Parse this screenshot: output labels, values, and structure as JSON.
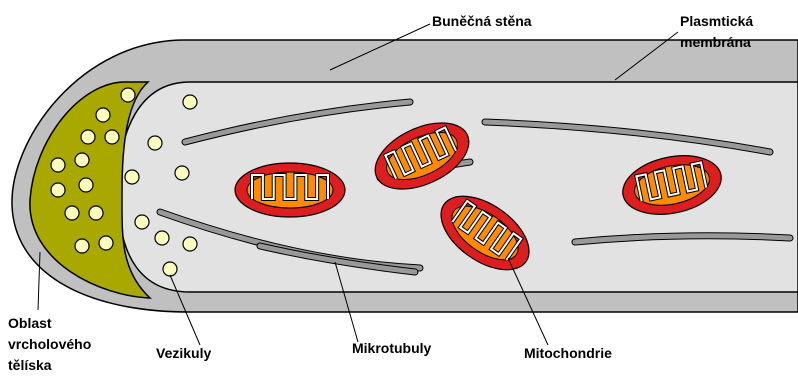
{
  "labels": {
    "cell_wall": "Buněčná stěna",
    "plasma_membrane_line1": "Plasmtická",
    "plasma_membrane_line2": "membrána",
    "spitzenkorper_line1": "Oblast",
    "spitzenkorper_line2": "vrcholového",
    "spitzenkorper_line3": "tělíska",
    "vesicles": "Vezikuly",
    "microtubules": "Mikrotubuly",
    "mitochondria": "Mitochondrie"
  },
  "colors": {
    "cell_wall": "#c0c0c0",
    "cytoplasm": "#e2e2e2",
    "outline": "#000000",
    "spitzenkorper": "#a8a800",
    "vesicle": "#ffffc0",
    "microtubule": "#999999",
    "mito_outer": "#dd1e1e",
    "mito_inner": "#ff8c00",
    "cristae": "#ffffff"
  },
  "counts": {
    "mitochondria": 4,
    "microtubules": 6,
    "vesicles": 20
  }
}
